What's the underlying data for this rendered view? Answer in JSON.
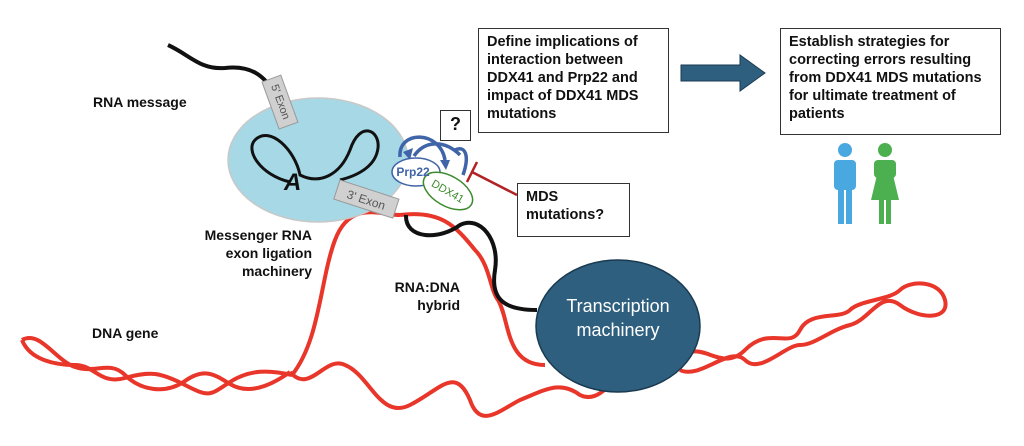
{
  "labels": {
    "rna_message": "RNA message",
    "five_exon": "5' Exon",
    "three_exon": "3' Exon",
    "intron_branch": "A",
    "prp22": "Prp22",
    "ddx41": "DDX41",
    "question": "?",
    "machinery": [
      "Messenger RNA",
      "exon ligation",
      "machinery"
    ],
    "rna_dna": [
      "RNA:DNA",
      "hybrid"
    ],
    "dna_gene": "DNA gene",
    "transcription": [
      "Transcription",
      "machinery"
    ],
    "mds": [
      "MDS",
      "mutations?"
    ]
  },
  "boxes": {
    "define": "Define implications of interaction between DDX41 and Prp22 and impact of DDX41 MDS mutations",
    "establish": "Establish strategies for correcting errors resulting from DDX41 MDS mutations for ultimate treatment of patients"
  },
  "colors": {
    "dna": "#e8362a",
    "rna": "#111111",
    "spliceosome": "#a6d8e6",
    "transcription": "#2e5f7f",
    "prp22": "#3f64a8",
    "ddx41": "#3d8a2e",
    "inhibit": "#b22222",
    "male": "#4aa8e0",
    "female": "#4caf50"
  },
  "icons": [
    "male-person-icon",
    "female-person-icon",
    "right-arrow-icon",
    "curved-arrow-icon",
    "inhibition-bar-icon"
  ]
}
